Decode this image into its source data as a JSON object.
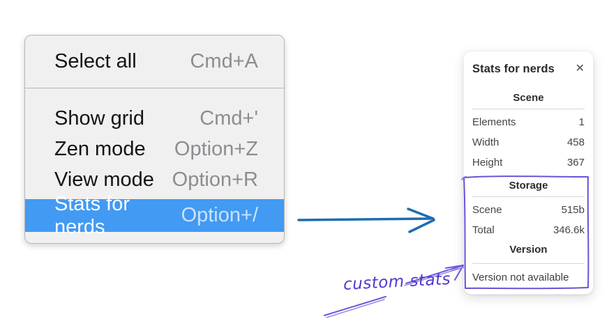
{
  "context_menu": {
    "items": [
      {
        "id": "select-all",
        "label": "Select all",
        "shortcut": "Cmd+A",
        "highlighted": false
      },
      {
        "id": "show-grid",
        "label": "Show grid",
        "shortcut": "Cmd+'",
        "highlighted": false
      },
      {
        "id": "zen-mode",
        "label": "Zen mode",
        "shortcut": "Option+Z",
        "highlighted": false
      },
      {
        "id": "view-mode",
        "label": "View mode",
        "shortcut": "Option+R",
        "highlighted": false
      },
      {
        "id": "stats-for-nerds",
        "label": "Stats for nerds",
        "shortcut": "Option+/",
        "highlighted": true
      }
    ],
    "highlight_color": "#429af3"
  },
  "stats_panel": {
    "title": "Stats for nerds",
    "close_icon": "✕",
    "scene_section": {
      "header": "Scene",
      "rows": [
        {
          "label": "Elements",
          "value": "1"
        },
        {
          "label": "Width",
          "value": "458"
        },
        {
          "label": "Height",
          "value": "367"
        }
      ]
    },
    "storage_section": {
      "header": "Storage",
      "rows": [
        {
          "label": "Scene",
          "value": "515b"
        },
        {
          "label": "Total",
          "value": "346.6k"
        }
      ]
    },
    "version_section": {
      "header": "Version",
      "note": "Version not available"
    }
  },
  "annotation": {
    "label": "custom stats",
    "text_color": "#5337cf",
    "box_color": "#6b51d5",
    "blue_arrow_color": "#1d6cb3"
  }
}
